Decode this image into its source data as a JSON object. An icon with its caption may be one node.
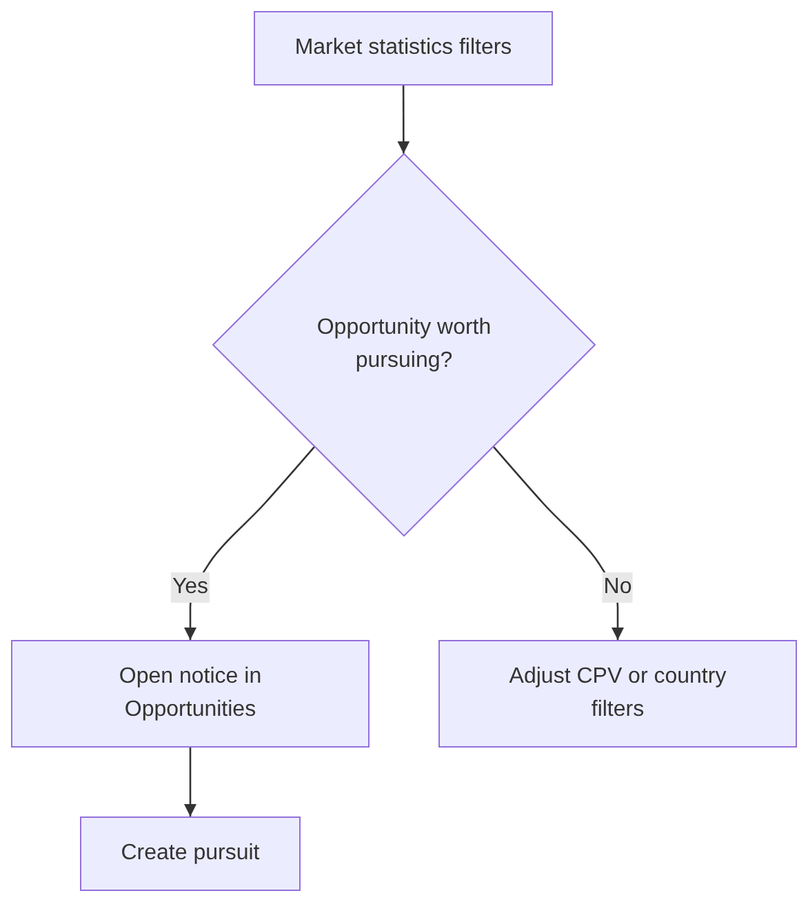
{
  "diagram": {
    "nodes": [
      {
        "text": [
          "Market statistics filters"
        ]
      },
      {
        "text": [
          "Opportunity worth pursuing?"
        ]
      },
      {
        "text": [
          "Open notice in Opportunities"
        ]
      },
      {
        "text": [
          "Adjust CPV or country filters"
        ]
      },
      {
        "text": [
          "Create pursuit"
        ]
      }
    ],
    "edges": [
      {
        "from": 0,
        "to": 1,
        "arrow": "to"
      },
      {
        "from": 1,
        "to": 2,
        "arrow": "to",
        "label": "Yes"
      },
      {
        "from": 1,
        "to": 3,
        "arrow": "to",
        "label": "No"
      },
      {
        "from": 2,
        "to": 4,
        "arrow": "to"
      }
    ]
  }
}
